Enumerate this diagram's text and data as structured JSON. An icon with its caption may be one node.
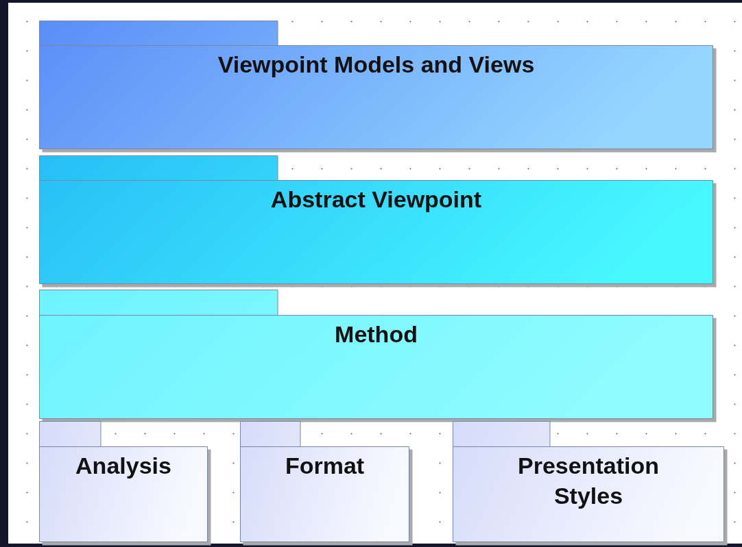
{
  "diagram": {
    "nodes": [
      {
        "text": [
          "Viewpoint Models and Views"
        ]
      },
      {
        "text": [
          "Abstract Viewpoint"
        ]
      },
      {
        "text": [
          "Method"
        ]
      },
      {
        "text": [
          "Analysis"
        ]
      },
      {
        "text": [
          "Format"
        ]
      },
      {
        "text": [
          "Presentation Styles"
        ]
      }
    ],
    "edges": []
  }
}
